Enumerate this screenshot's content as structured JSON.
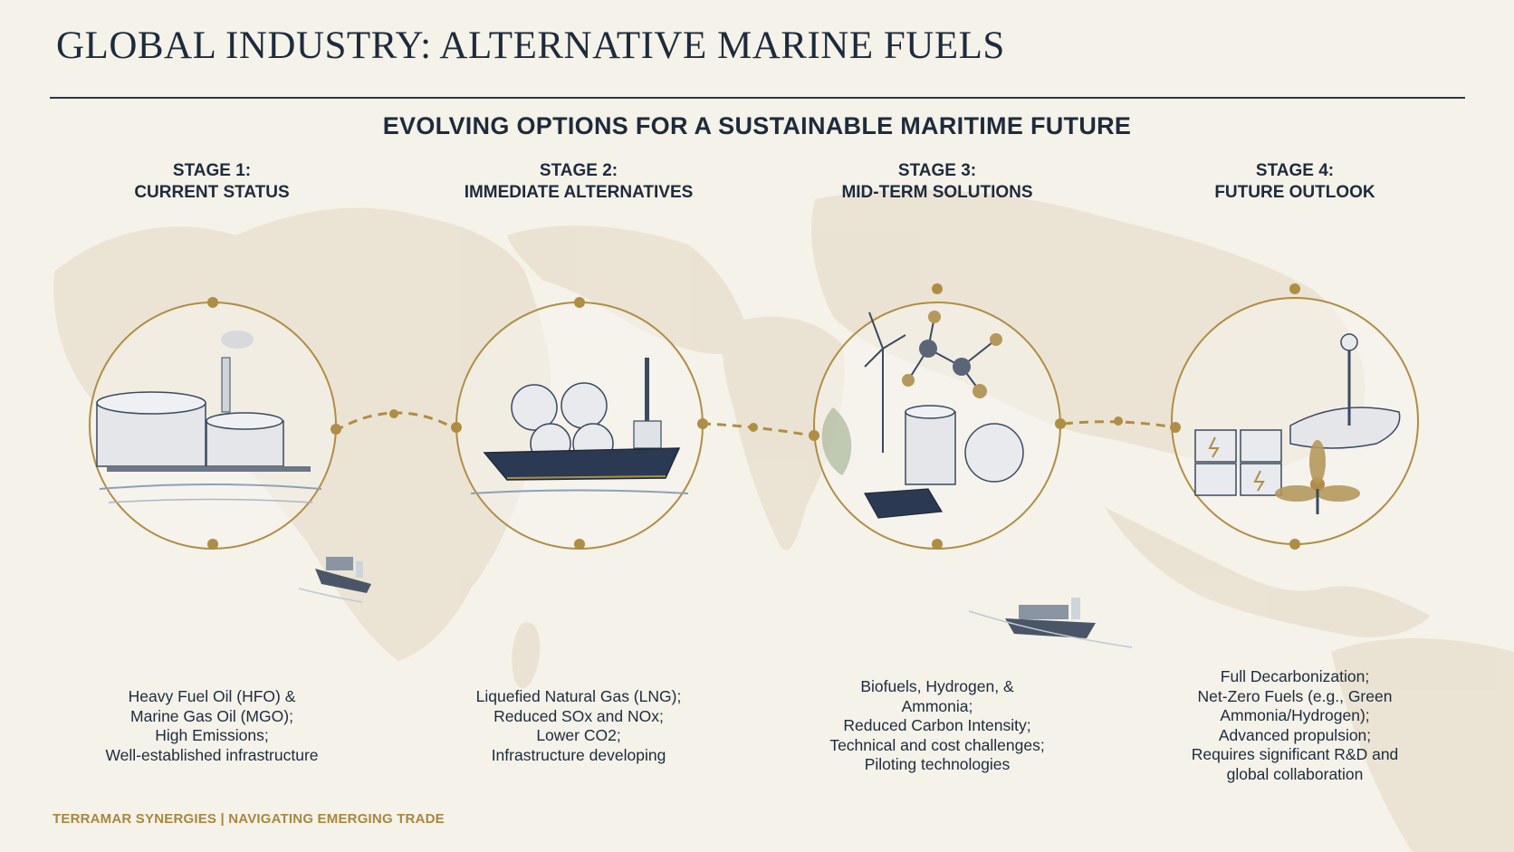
{
  "title": "GLOBAL INDUSTRY: ALTERNATIVE MARINE FUELS",
  "subtitle": "EVOLVING OPTIONS FOR A SUSTAINABLE MARITIME FUTURE",
  "colors": {
    "navy": "#1e2b3c",
    "gold": "#b08d45",
    "background": "#f5f2ea",
    "footer": "#a8873f"
  },
  "stages": [
    {
      "heading": [
        "STAGE 1:",
        "CURRENT STATUS"
      ],
      "illustration": "oil-tank-refinery-icon",
      "description": [
        "Heavy Fuel Oil (HFO) &",
        "Marine Gas Oil (MGO);",
        "High Emissions;",
        "Well-established infrastructure"
      ]
    },
    {
      "heading": [
        "STAGE 2:",
        "IMMEDIATE ALTERNATIVES"
      ],
      "illustration": "lng-carrier-ship-icon",
      "description": [
        "Liquefied Natural Gas (LNG);",
        "Reduced SOx and NOx;",
        "Lower CO2;",
        "Infrastructure developing"
      ]
    },
    {
      "heading": [
        "STAGE 3:",
        "MID-TERM SOLUTIONS"
      ],
      "illustration": "renewable-molecule-icon",
      "description": [
        "Biofuels, Hydrogen, &",
        "Ammonia;",
        "Reduced Carbon Intensity;",
        "Technical and cost challenges;",
        "Piloting technologies"
      ]
    },
    {
      "heading": [
        "STAGE 4:",
        "FUTURE OUTLOOK"
      ],
      "illustration": "battery-propeller-icon",
      "description": [
        "Full Decarbonization;",
        "Net-Zero Fuels (e.g., Green",
        "Ammonia/Hydrogen);",
        "Advanced propulsion;",
        "Requires significant R&D and",
        "global collaboration"
      ]
    }
  ],
  "footer": "TERRAMAR SYNERGIES | NAVIGATING EMERGING TRADE"
}
